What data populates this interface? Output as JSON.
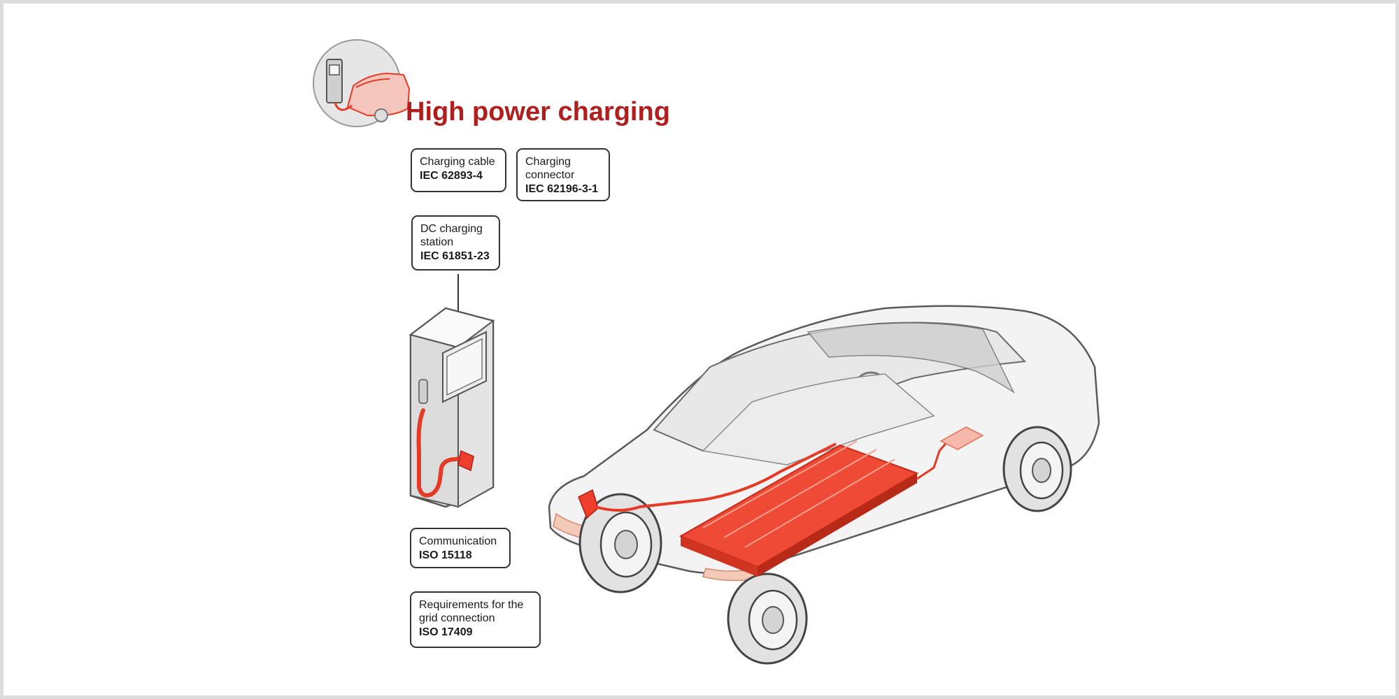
{
  "title": "High power charging",
  "colors": {
    "accent": "#b01e1e",
    "highlight": "#ef3e2b",
    "outline": "#555555",
    "body_fill": "#f2f2f2"
  },
  "icons": {
    "header": "charging-car-icon"
  },
  "labels": {
    "cable": {
      "text": "Charging cable",
      "standard": "IEC 62893-4"
    },
    "connector": {
      "text": "Charging connector",
      "standard": "IEC 62196-3-1"
    },
    "station": {
      "text": "DC charging station",
      "standard": "IEC 61851-23"
    },
    "communication": {
      "text": "Communication",
      "standard": "ISO 15118"
    },
    "grid": {
      "text": "Requirements for the grid connection",
      "standard": "ISO 17409"
    }
  }
}
